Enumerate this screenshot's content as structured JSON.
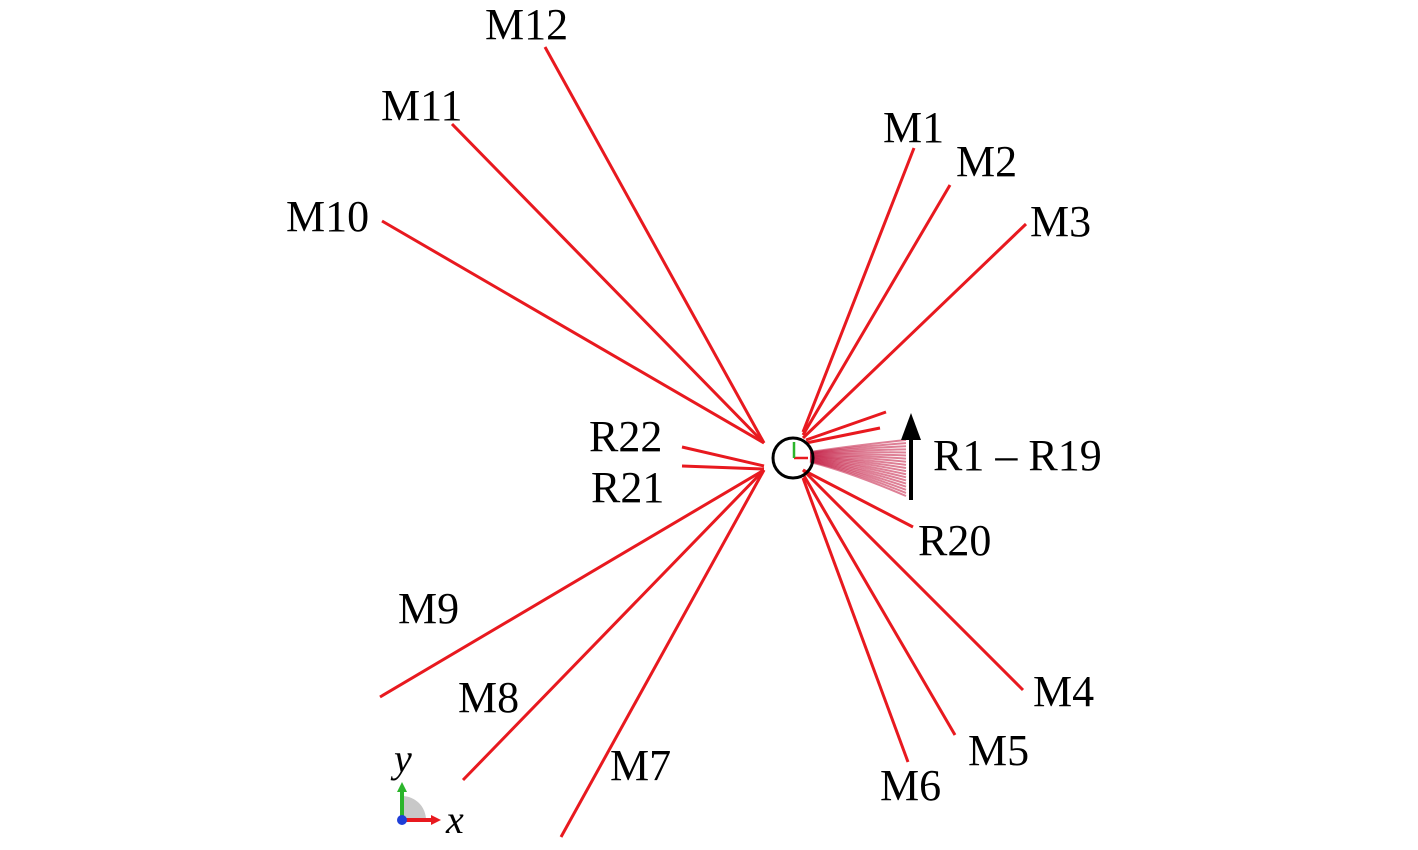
{
  "mooring_lines": [
    {
      "name": "M1"
    },
    {
      "name": "M2"
    },
    {
      "name": "M3"
    },
    {
      "name": "M4"
    },
    {
      "name": "M5"
    },
    {
      "name": "M6"
    },
    {
      "name": "M7"
    },
    {
      "name": "M8"
    },
    {
      "name": "M9"
    },
    {
      "name": "M10"
    },
    {
      "name": "M11"
    },
    {
      "name": "M12"
    }
  ],
  "risers": {
    "group_label": "R1 – R19",
    "single": [
      {
        "name": "R20"
      },
      {
        "name": "R21"
      },
      {
        "name": "R22"
      }
    ],
    "group_count": 19
  },
  "axes": {
    "x_label": "x",
    "y_label": "y"
  },
  "colors": {
    "mooring_line": "#e8191f",
    "riser_bundle": "#c21840",
    "outline": "#000000",
    "x_axis": "#e8191f",
    "y_axis": "#2bb52b",
    "z_axis": "#1f3fd8"
  }
}
